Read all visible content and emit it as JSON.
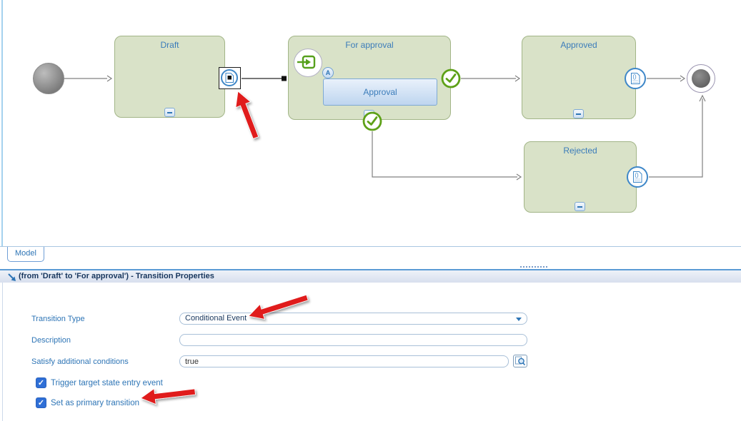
{
  "diagram": {
    "states": {
      "draft": "Draft",
      "for_approval": "For approval",
      "approved": "Approved",
      "rejected": "Rejected"
    },
    "activity": "Approval",
    "entry_badge": "A"
  },
  "tab": {
    "label": "Model"
  },
  "properties": {
    "header": "(from 'Draft' to 'For approval') - Transition Properties",
    "transition_type": {
      "label": "Transition Type",
      "value": "Conditional Event"
    },
    "description": {
      "label": "Description",
      "value": ""
    },
    "satisfy": {
      "label": "Satisfy additional conditions",
      "value": "true"
    },
    "checkboxes": [
      {
        "label": "Trigger target state entry event",
        "checked": true
      },
      {
        "label": "Set as primary transition",
        "checked": true
      }
    ]
  },
  "icons": {
    "check": "✓"
  },
  "colors": {
    "accent_blue": "#2e75b6",
    "state_fill": "#d9e2c8",
    "icon_blue": "#3e87c8",
    "check_green": "#5ea118",
    "annotation_red": "#e01f1f"
  }
}
